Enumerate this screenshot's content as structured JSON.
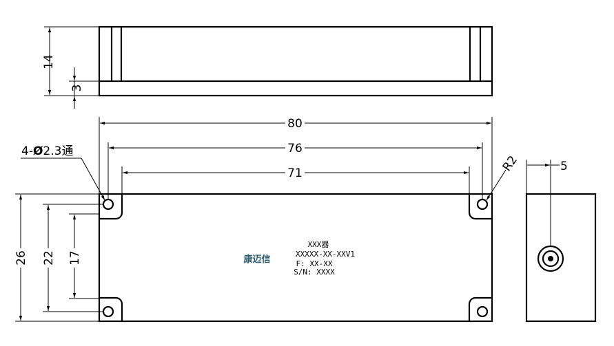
{
  "dimensions": {
    "height_total": "14",
    "height_step": "3",
    "length_total": "80",
    "hole_span": "76",
    "inner_span": "71",
    "width_total": "26",
    "hole_pitch": "22",
    "inner_width": "17",
    "connector_offset": "5",
    "corner_radius": "R2",
    "hole_callout_prefix": "4-",
    "hole_callout_symbol": "Ø",
    "hole_callout_value": "2.3通"
  },
  "label": {
    "line1": "XXX器",
    "line2": "XXXXX-XX-XXV1",
    "line3": "F: XX-XX",
    "line4": "S/N: XXXX",
    "logo": "康迈信"
  },
  "colors": {
    "line": "#000000",
    "logo": "#2f5e6e"
  }
}
